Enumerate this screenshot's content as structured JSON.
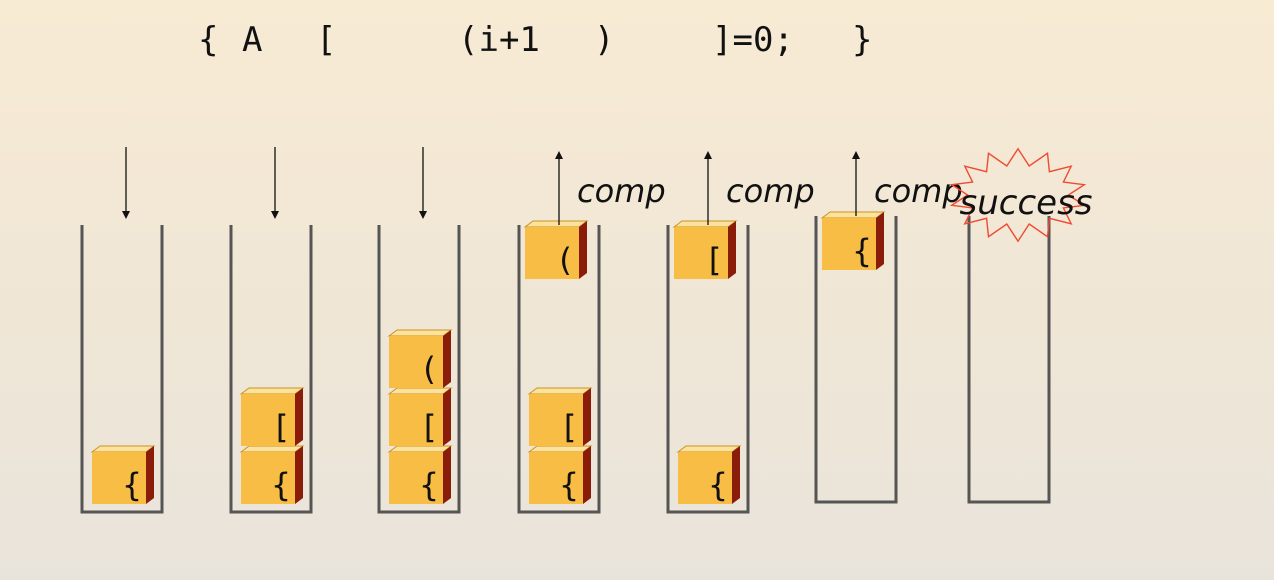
{
  "expression": {
    "tokens": [
      "{",
      "A",
      "[",
      "(i+1",
      ")",
      "]=0;",
      "}"
    ]
  },
  "stacks": [
    {
      "action": "push",
      "contents": [
        "{"
      ],
      "popped": null,
      "comp_label": null
    },
    {
      "action": "push",
      "contents": [
        "{",
        "["
      ],
      "popped": null,
      "comp_label": null
    },
    {
      "action": "push",
      "contents": [
        "{",
        "[",
        "("
      ],
      "popped": null,
      "comp_label": null
    },
    {
      "action": "pop",
      "contents": [
        "{",
        "["
      ],
      "popped": "(",
      "comp_label": "comp"
    },
    {
      "action": "pop",
      "contents": [
        "{"
      ],
      "popped": "[",
      "comp_label": "comp"
    },
    {
      "action": "pop",
      "contents": [],
      "popped": "{",
      "comp_label": "comp"
    },
    {
      "action": "done",
      "contents": [],
      "popped": null,
      "comp_label": null
    }
  ],
  "success_label": "success",
  "colors": {
    "block_front": "#f7bd44",
    "block_top": "#fde39a",
    "block_side": "#8a1d0a",
    "stack_wall": "#555555",
    "burst_stroke": "#ef4b33"
  }
}
